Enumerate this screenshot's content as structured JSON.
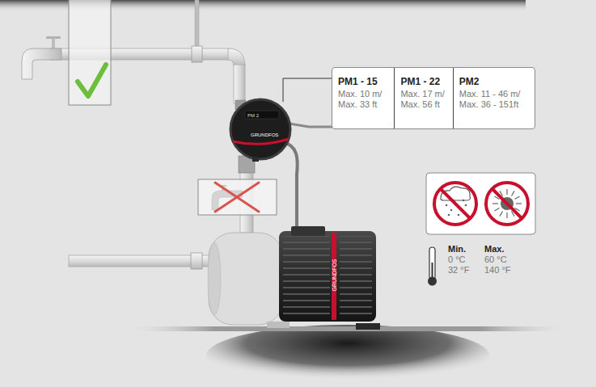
{
  "diagram": {
    "nodes": [
      {
        "text": [
          "PM1 - 15",
          "Max. 10 m/ Max. 33 ft",
          "PM1 - 22",
          "Max. 17 m/ Max. 56 ft",
          "PM2",
          "Max. 11 - 46 m/ Max. 36 - 151ft"
        ]
      }
    ],
    "labels": [
      "PM 2",
      "GRUNDFOS",
      "GRUNDFOS",
      "Min.",
      "0 °C",
      "32 °F",
      "Max.",
      "60 °C",
      "140 °F"
    ]
  }
}
